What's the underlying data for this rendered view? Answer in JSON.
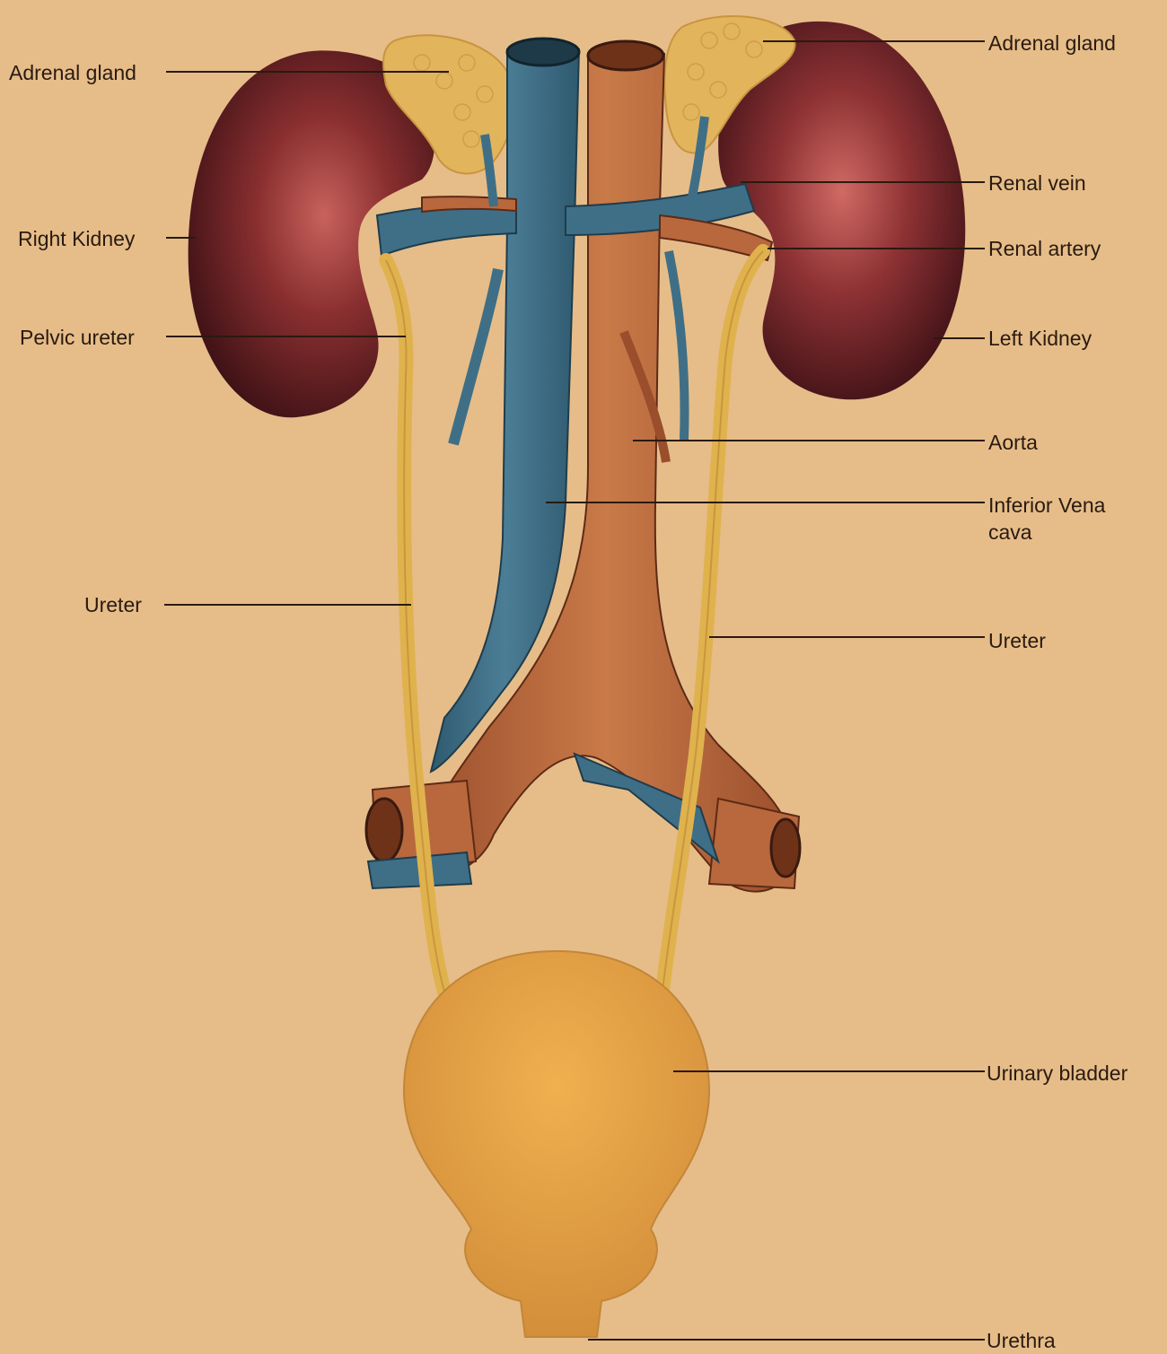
{
  "diagram": {
    "labels": {
      "adrenal_gland_right": "Adrenal gland",
      "adrenal_gland_left": "Adrenal gland",
      "right_kidney": "Right Kidney",
      "pelvic_ureter": "Pelvic ureter",
      "ureter_right": "Ureter",
      "renal_vein": "Renal vein",
      "renal_artery": "Renal artery",
      "left_kidney": "Left Kidney",
      "aorta": "Aorta",
      "inferior_vena_cava_line1": "Inferior Vena",
      "inferior_vena_cava_line2": "cava",
      "ureter_left": "Ureter",
      "urinary_bladder": "Urinary bladder",
      "urethra": "Urethra"
    },
    "colors": {
      "background": "#e6bd89",
      "kidney": "#5a1e22",
      "kidney_highlight": "#b85a54",
      "adrenal": "#e2b45c",
      "vein": "#3f6f86",
      "artery": "#b8683c",
      "ureter": "#e0b24e",
      "bladder": "#e3a245"
    }
  }
}
